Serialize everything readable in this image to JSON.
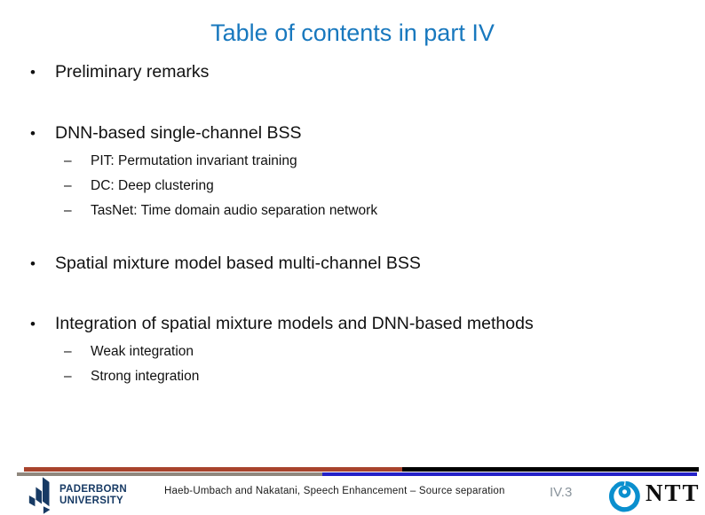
{
  "slide": {
    "title": "Table of contents in part IV",
    "bullet_char": "•",
    "dash_char": "–",
    "bullets": [
      {
        "label": "Preliminary remarks",
        "sub": []
      },
      {
        "label": "DNN-based single-channel BSS",
        "sub": [
          "PIT: Permutation invariant training",
          "DC: Deep clustering",
          "TasNet: Time domain audio separation network"
        ]
      },
      {
        "label": "Spatial mixture model based multi-channel BSS",
        "sub": []
      },
      {
        "label": "Integration of spatial mixture models and DNN-based methods",
        "sub": [
          "Weak integration",
          "Strong integration"
        ]
      }
    ]
  },
  "footer": {
    "credit": "Haeb-Umbach and Nakatani, Speech Enhancement – Source separation",
    "page_number": "IV.3",
    "paderborn_line1": "PADERBORN",
    "paderborn_line2": "UNIVERSITY",
    "ntt_text": "NTT"
  },
  "colors": {
    "title_blue": "#1878be",
    "text_black": "#111111",
    "bar_red": "#a8432c",
    "bar_black": "#000000",
    "bar_gray": "#8f877d",
    "bar_blue": "#2421c8",
    "paderborn_navy": "#173a64",
    "ntt_blue": "#0a8fce",
    "page_gray": "#8a949c"
  }
}
